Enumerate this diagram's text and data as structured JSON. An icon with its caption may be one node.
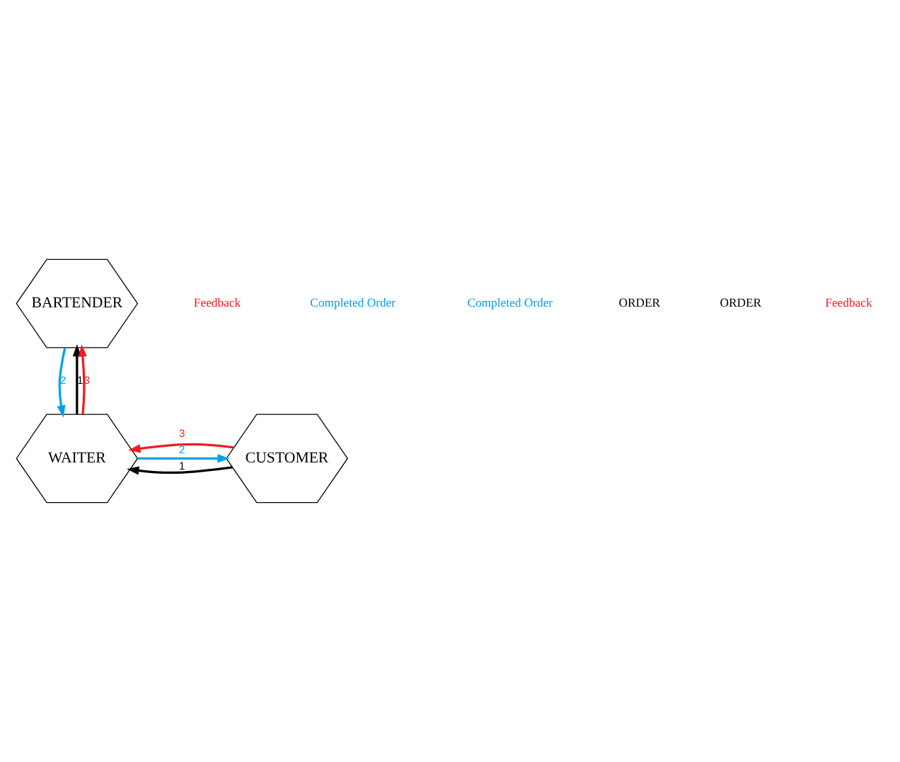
{
  "diagram": {
    "nodes": [
      {
        "text": [
          "BARTENDER"
        ]
      },
      {
        "text": [
          "CUSTOMER"
        ]
      },
      {
        "text": [
          "WAITER"
        ]
      }
    ],
    "edges": [
      {
        "from": 2,
        "to": 0,
        "arrow": "to",
        "label": "1",
        "color": "#000000"
      },
      {
        "from": 0,
        "to": 2,
        "arrow": "to",
        "label": "2",
        "color": "#00a2e8"
      },
      {
        "from": 2,
        "to": 0,
        "arrow": "to",
        "label": "3",
        "color": "#ed1c24"
      },
      {
        "from": 2,
        "to": 1,
        "arrow": "to",
        "label": "2",
        "color": "#00a2e8"
      },
      {
        "from": 1,
        "to": 2,
        "arrow": "to",
        "label": "1",
        "color": "#000000"
      },
      {
        "from": 1,
        "to": 2,
        "arrow": "to",
        "label": "3",
        "color": "#ed1c24"
      }
    ],
    "labels": [
      "Feedback",
      "Completed Order",
      "Completed Order",
      "ORDER",
      "ORDER",
      "Feedback"
    ]
  }
}
